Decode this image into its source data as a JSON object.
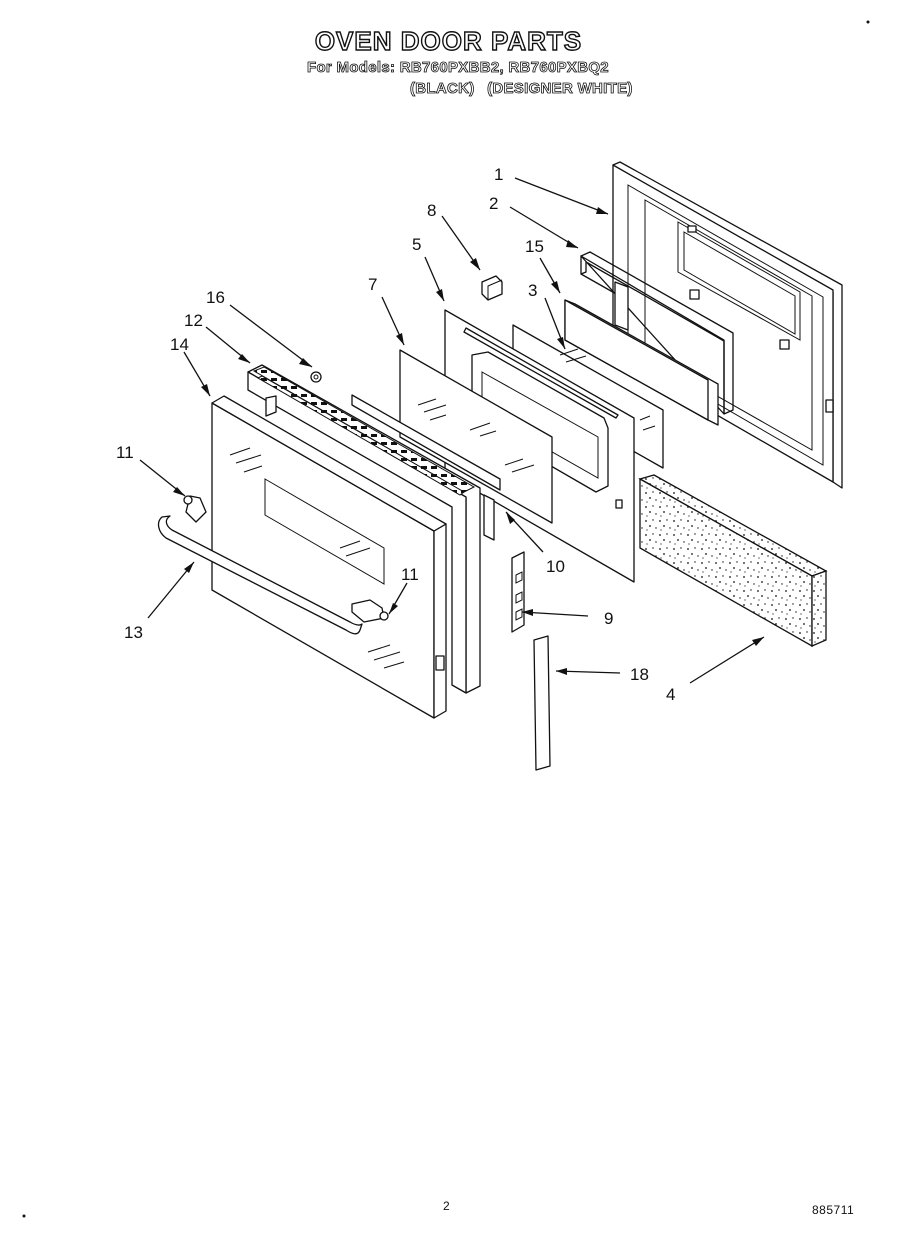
{
  "header": {
    "title": "OVEN DOOR PARTS",
    "models_line": "For Models: RB760PXBB2, RB760PXBQ2",
    "color_black": "(BLACK)",
    "color_white": "(DESIGNER WHITE)"
  },
  "callouts": [
    "1",
    "2",
    "8",
    "5",
    "15",
    "3",
    "7",
    "16",
    "12",
    "14",
    "11",
    "10",
    "11",
    "9",
    "13",
    "18",
    "4"
  ],
  "footer": {
    "page_number": "2",
    "document_number": "885711"
  }
}
